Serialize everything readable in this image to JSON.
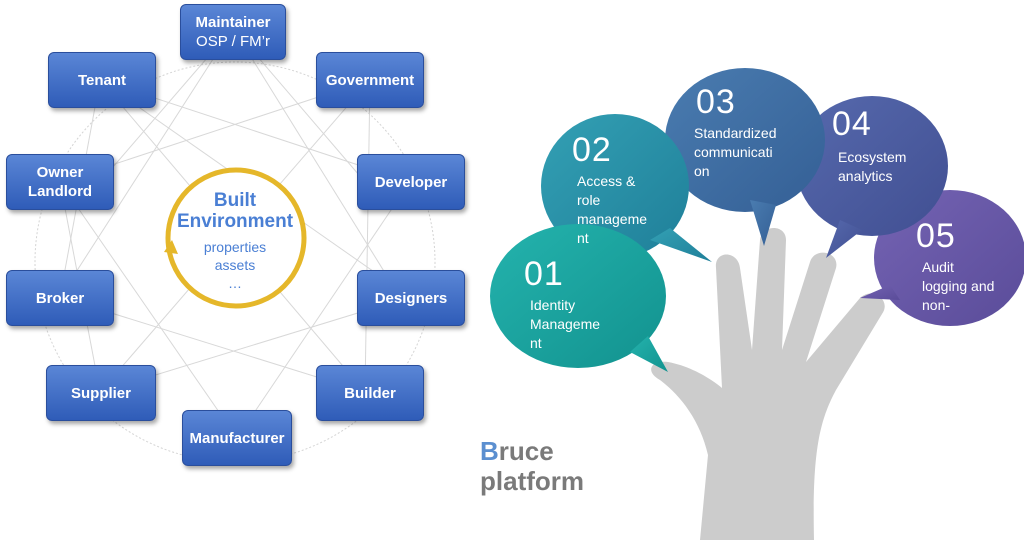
{
  "stakeholders": [
    {
      "id": "maintainer",
      "line1": "Maintainer",
      "line2": "OSP / FM’r"
    },
    {
      "id": "government",
      "line1": "Government",
      "line2": ""
    },
    {
      "id": "developer",
      "line1": "Developer",
      "line2": ""
    },
    {
      "id": "designers",
      "line1": "Designers",
      "line2": ""
    },
    {
      "id": "builder",
      "line1": "Builder",
      "line2": ""
    },
    {
      "id": "manufacturer",
      "line1": "Manufacturer",
      "line2": ""
    },
    {
      "id": "supplier",
      "line1": "Supplier",
      "line2": ""
    },
    {
      "id": "broker",
      "line1": "Broker",
      "line2": ""
    },
    {
      "id": "owner-landlord",
      "line1": "Owner",
      "line2": "Landlord"
    },
    {
      "id": "tenant",
      "line1": "Tenant",
      "line2": ""
    }
  ],
  "hub": {
    "title_line1": "Built",
    "title_line2": "Environment",
    "items": [
      "properties",
      "assets",
      "…"
    ],
    "colors": {
      "ring": "#e5b72a",
      "text": "#4a7fd4"
    }
  },
  "bubbles": [
    {
      "number": "01",
      "lines": [
        "Identity",
        "Manageme",
        "nt"
      ],
      "color": "#19a7a5"
    },
    {
      "number": "02",
      "lines": [
        "Access &",
        "role",
        "manageme",
        "nt"
      ],
      "color": "#2a93ad"
    },
    {
      "number": "03",
      "lines": [
        "Standardized",
        "communicati",
        "on"
      ],
      "color": "#3d6fa5"
    },
    {
      "number": "04",
      "lines": [
        "Ecosystem",
        "analytics"
      ],
      "color": "#4c5fa3"
    },
    {
      "number": "05",
      "lines": [
        "Audit",
        "logging and",
        "non-"
      ],
      "color": "#6a5aa8"
    }
  ],
  "brand": {
    "accent_letter": "B",
    "line1_rest": "ruce",
    "line2": "platform",
    "accent_color": "#5b8fd0"
  },
  "colors": {
    "node_fill": "#3b6cc9",
    "hand": "#cccccc"
  }
}
